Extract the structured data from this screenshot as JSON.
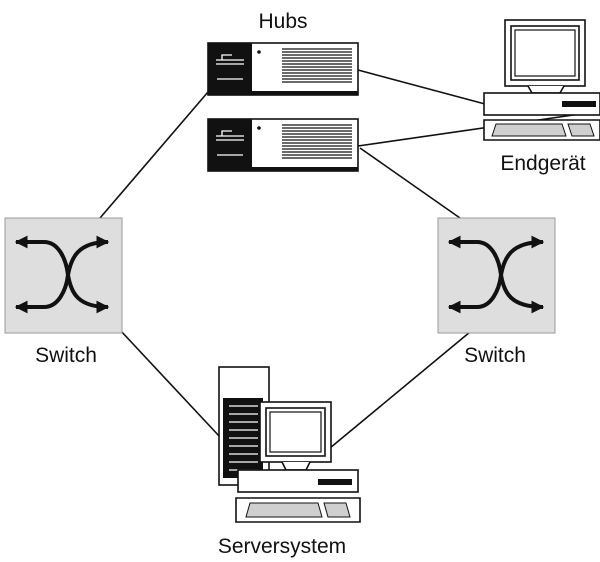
{
  "labels": {
    "hubs": "Hubs",
    "endgeraet": "Endgerät",
    "switch_left": "Switch",
    "switch_right": "Switch",
    "serversystem": "Serversystem"
  },
  "icons": {
    "hub": "hub-icon",
    "switch": "switch-icon",
    "endgeraet": "desktop-computer-icon",
    "server": "server-computer-icon"
  },
  "colors": {
    "line": "#111111",
    "switch_fill": "#dedede",
    "screen": "#ffffff",
    "dark": "#111111"
  }
}
